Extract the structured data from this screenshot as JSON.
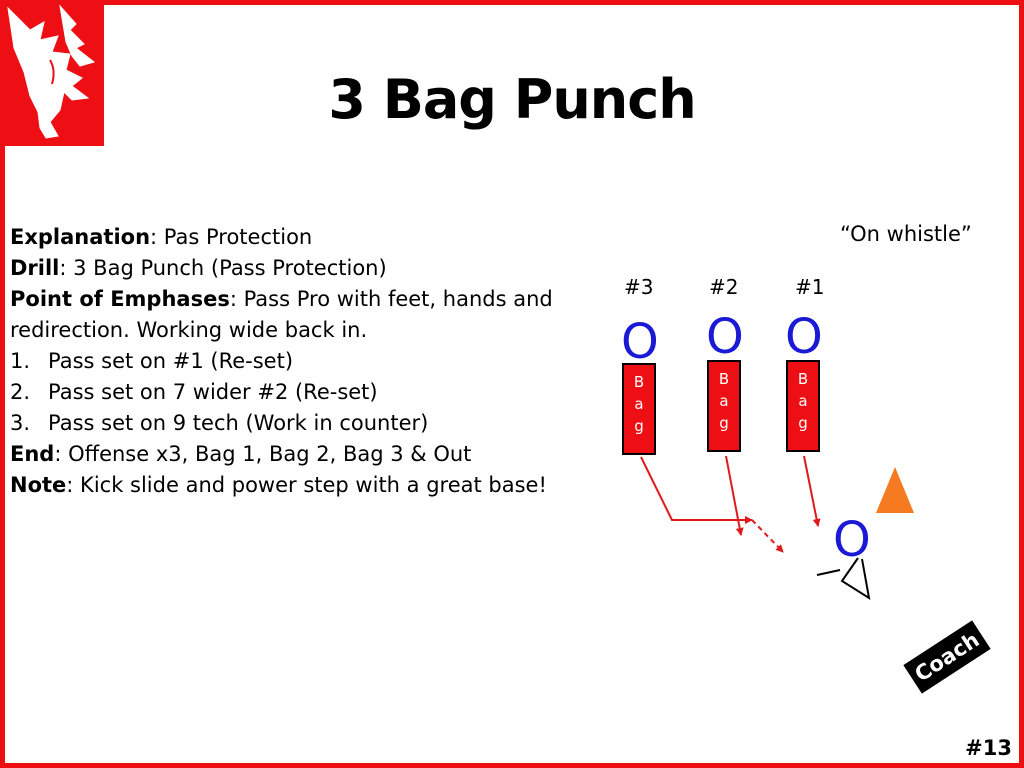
{
  "title": "3 Bag Punch",
  "lines": [
    {
      "bold": "Explanation",
      "rest": ": Pas Protection"
    },
    {
      "bold": "Drill",
      "rest": ": 3 Bag Punch (Pass Protection)"
    },
    {
      "bold": "Point of Emphases",
      "rest": ": Pass Pro with feet, hands and"
    },
    {
      "plain": "redirection.  Working wide back in."
    }
  ],
  "steps": [
    {
      "num": "1.",
      "text": "Pass set on #1 (Re-set)"
    },
    {
      "num": "2.",
      "text": "Pass set on 7 wider #2 (Re-set)"
    },
    {
      "num": "3.",
      "text": "Pass set on 9 tech (Work in counter)"
    }
  ],
  "end_line": {
    "bold": "End",
    "rest": ": Offense x3, Bag 1, Bag 2, Bag 3 & Out"
  },
  "note_line": {
    "bold": "Note",
    "rest": ":  Kick slide and power step with a great base!"
  },
  "whistle": "“On whistle”",
  "positions": [
    "#3",
    "#2",
    "#1"
  ],
  "player_symbol": "O",
  "bag_letters": [
    "B",
    "a",
    "g"
  ],
  "coach": "Coach",
  "page_number": "#13",
  "colors": {
    "border": "#ee0f14",
    "player": "#1a1ad6",
    "cone": "#f57a20",
    "arrow": "#e0191b"
  },
  "icons": {
    "logo": "hawk-logo-icon",
    "cone": "cone-icon"
  }
}
